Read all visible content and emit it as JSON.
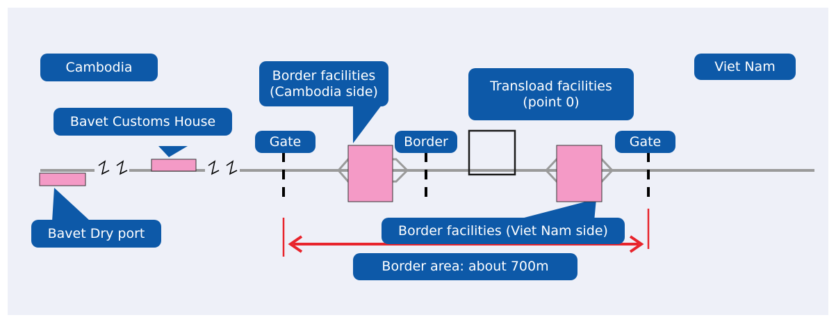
{
  "labels": {
    "cambodia": "Cambodia",
    "viet_nam": "Viet Nam",
    "bavet_customs_house": "Bavet Customs House",
    "bavet_dry_port": "Bavet Dry port",
    "gate_left": "Gate",
    "gate_right": "Gate",
    "border": "Border",
    "border_facilities_cambodia": "Border facilities\n(Cambodia side)",
    "transload_facilities": "Transload facilities\n(point 0)",
    "border_facilities_viet_nam": "Border facilities (Viet Nam side)",
    "border_area": "Border area: about 700m"
  },
  "colors": {
    "background": "#eef0f8",
    "label_fill": "#0d59a8",
    "facility_fill": "#f49ac6",
    "track": "#9a9a9a",
    "measure": "#e8242c",
    "marker": "#000000"
  }
}
